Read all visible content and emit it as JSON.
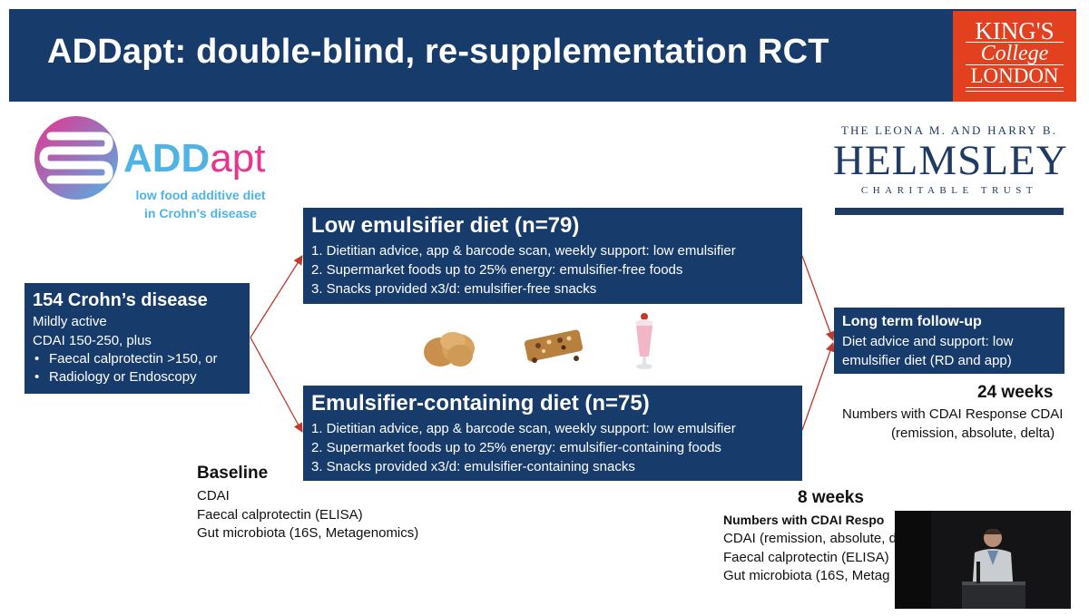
{
  "header": {
    "title": "ADDapt: double-blind, re-supplementation RCT",
    "kcl_logo": {
      "line1": "KING'S",
      "line2": "College",
      "line3": "LONDON",
      "color": "#e2401f"
    }
  },
  "addapt_logo": {
    "name_main": "ADD",
    "name_suffix": "apt",
    "subtitle_line1": "low food additive diet",
    "subtitle_line2": "in Crohn's disease",
    "colors": {
      "blue": "#4fb3e6",
      "pink": "#e7348f"
    }
  },
  "helmsley_logo": {
    "top": "THE LEONA M. AND HARRY B.",
    "main": "HELMSLEY",
    "bottom": "CHARITABLE TRUST"
  },
  "boxes": {
    "crohn": {
      "title": "154 Crohn’s disease",
      "line1": "Mildly active",
      "line2": "CDAI 150-250, plus",
      "bullets": [
        "Faecal calprotectin >150, or",
        "Radiology or Endoscopy"
      ]
    },
    "low": {
      "title": "Low emulsifier diet (n=79)",
      "items": [
        "1. Dietitian advice, app & barcode scan, weekly support: low emulsifier",
        "2. Supermarket foods up to 25% energy: emulsifier-free foods",
        "3. Snacks provided x3/d: emulsifier-free snacks"
      ]
    },
    "emu": {
      "title": "Emulsifier-containing diet (n=75)",
      "items": [
        "1. Dietitian advice, app & barcode scan, weekly support: low emulsifier",
        "2. Supermarket foods up to 25% energy: emulsifier-containing foods",
        "3. Snacks provided x3/d: emulsifier-containing snacks"
      ]
    },
    "follow": {
      "title": "Long term follow-up",
      "text": "Diet advice and support: low emulsifier diet (RD and app)"
    }
  },
  "baseline": {
    "title": "Baseline",
    "items": [
      "CDAI",
      "Faecal calprotectin (ELISA)",
      "Gut microbiota (16S, Metagenomics)"
    ]
  },
  "week24": {
    "title": "24 weeks",
    "line1": "Numbers with CDAI Response CDAI",
    "line2": "(remission, absolute, delta)"
  },
  "week8": {
    "title": "8 weeks",
    "subtitle": "Numbers with CDAI Respo",
    "items": [
      "CDAI (remission, absolute, d",
      "Faecal calprotectin (ELISA)",
      "Gut microbiota (16S, Metag"
    ]
  },
  "theme": {
    "navy": "#173b6b",
    "arrow": "#c0392b"
  }
}
